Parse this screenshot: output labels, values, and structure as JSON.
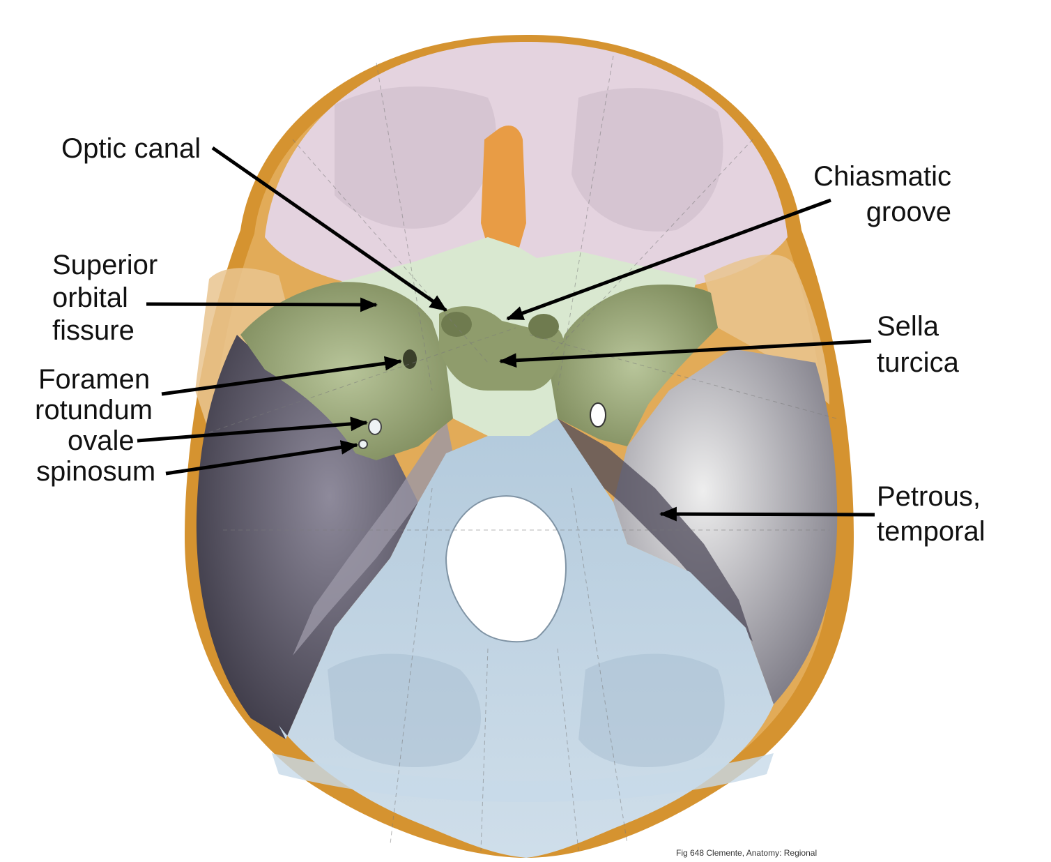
{
  "labels": {
    "optic_canal": "Optic canal",
    "chiasmatic_1": "Chiasmatic",
    "chiasmatic_2": "groove",
    "superior_1": "Superior",
    "superior_2": "orbital",
    "superior_3": "fissure",
    "sella_1": "Sella",
    "sella_2": "turcica",
    "foramen_1": "Foramen",
    "foramen_2": "rotundum",
    "ovale": "ovale",
    "spinosum": "spinosum",
    "petrous_1": "Petrous,",
    "petrous_2": "temporal"
  },
  "credit": "Fig 648 Clemente, Anatomy: Regional",
  "colors": {
    "frontal": "#e4d3df",
    "ethmoid": "#e89c45",
    "sphenoid_light": "#d9e8d0",
    "sphenoid_dark": "#8f9c6c",
    "parietal_temporal": "#d59330",
    "temporal_squama": "#e9c48f",
    "petrous_dark": "#4d4a5a",
    "occipital": "#bcd4e6",
    "foramen_magnum": "#ffffff",
    "label_text": "#111111",
    "arrow": "#000000"
  }
}
